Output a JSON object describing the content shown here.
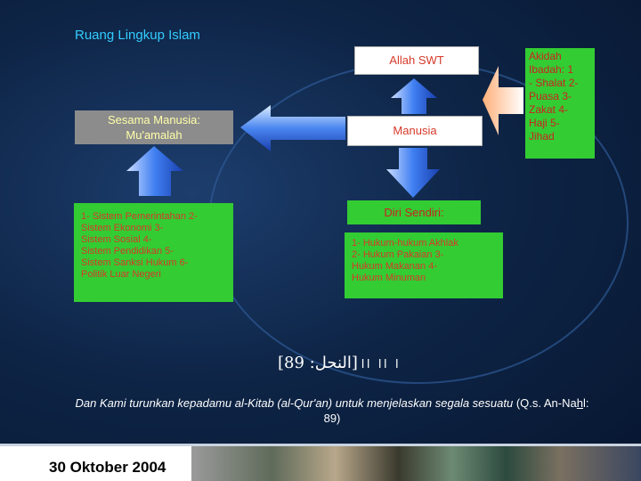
{
  "title": "Ruang Lingkup Islam",
  "boxes": {
    "allah": "Allah SWT",
    "manusia": "Manusia",
    "sesama_line1": "Sesama Manusia:",
    "sesama_line2": "Mu'amalah",
    "akidah_lines": [
      "Akidah",
      "Ibadah:   1",
      "- Shalat  2-",
      "Puasa  3-",
      "Zakat  4-",
      "Haji    5-",
      "Jihad"
    ],
    "diri": "Diri Sendiri:",
    "hukum_lines": [
      "1- Hukum-hukum Akhlak",
      "2- Hukum Pakaian          3-",
      "Hukum Makanan           4-",
      "Hukum Minuman"
    ],
    "sistem_lines": [
      "1- Sistem Pemerintahan  2-",
      "Sistem Ekonomi            3-",
      "Sistem Sosial               4-",
      "Sistem Pendidikan          5-",
      "Sistem Sanksi Hukum   6-",
      "Politik Luar Negeri"
    ]
  },
  "quran_ref": "[النحل: 89]",
  "quran_marks": "ll ll  l",
  "translation": {
    "italic": "Dan Kami turunkan kepadamu al-Kitab (al-Qur'an) untuk menjelaskan segala sesuatu",
    "ref_prefix": " (Q.s. An-Na",
    "ref_underlined": "h",
    "ref_suffix": "l: 89)"
  },
  "footer": {
    "date": "30 Oktober 2004"
  },
  "colors": {
    "title": "#33ccff",
    "green_box": "#33cc33",
    "arrow_blue": "#3377ee",
    "arrow_orange": "#ff9966"
  }
}
